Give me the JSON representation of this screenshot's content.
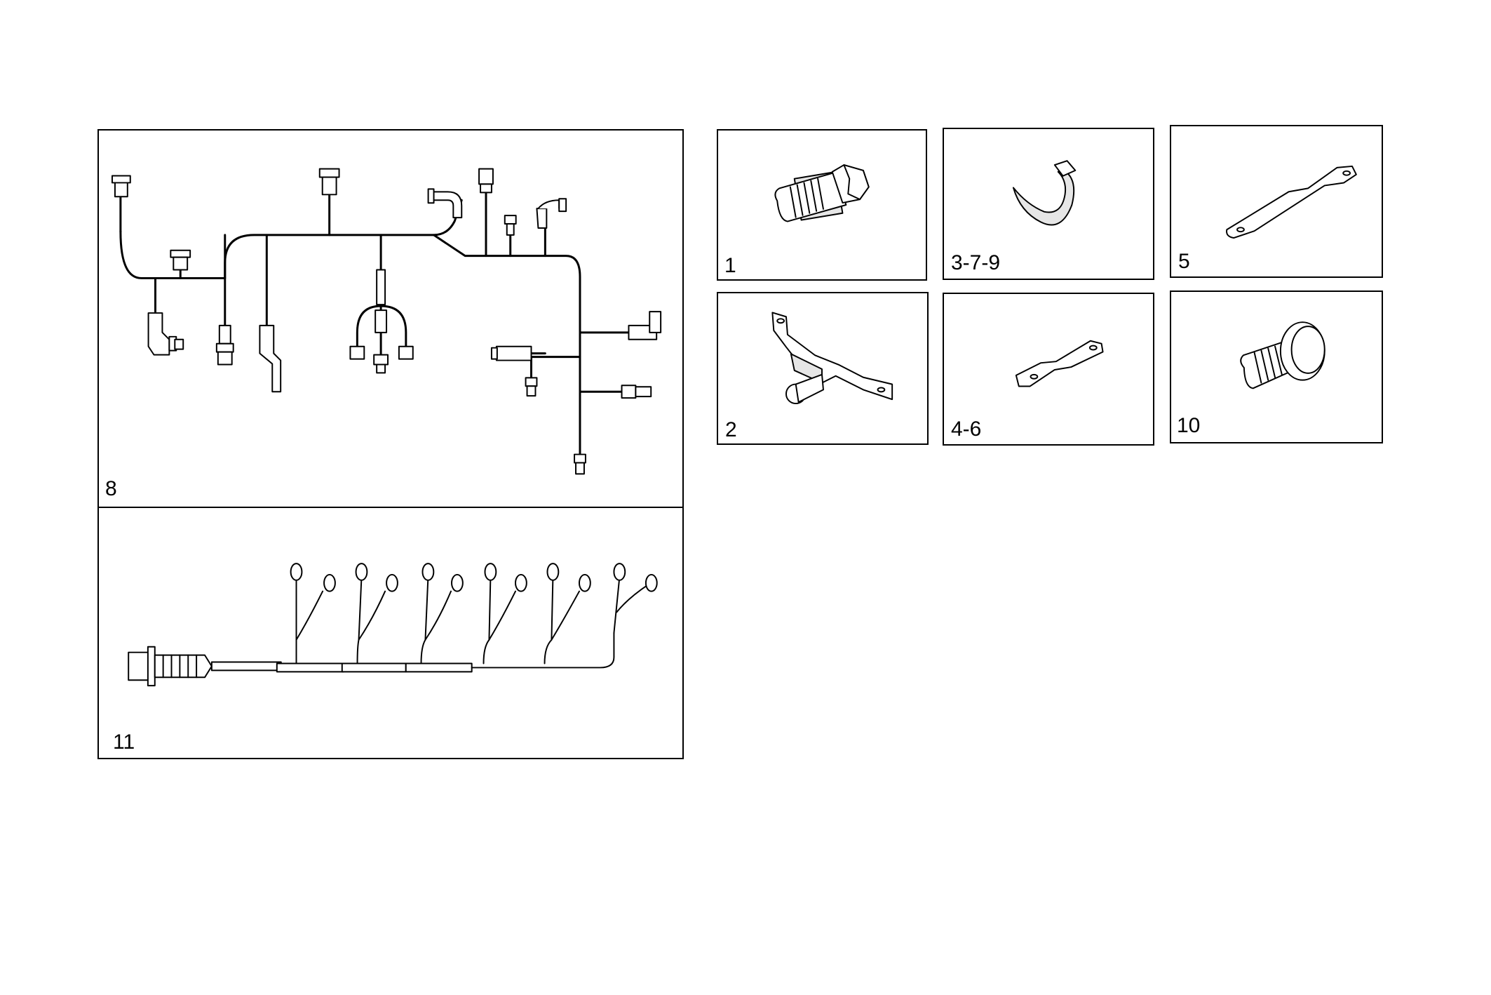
{
  "panels": {
    "wiring_harness": {
      "label": "8"
    },
    "sensor_cable": {
      "label": "11"
    },
    "bolt_hex": {
      "label": "1"
    },
    "cable_tie": {
      "label": "3-7-9"
    },
    "flat_bracket_long": {
      "label": "5"
    },
    "formed_bracket": {
      "label": "2"
    },
    "flat_bracket_short": {
      "label": "4-6"
    },
    "bolt_round": {
      "label": "10"
    }
  },
  "icons": [
    "wiring-harness-icon",
    "sensor-cable-icon",
    "hex-bolt-icon",
    "cable-tie-icon",
    "flat-bracket-icon",
    "formed-bracket-icon",
    "round-head-bolt-icon"
  ]
}
